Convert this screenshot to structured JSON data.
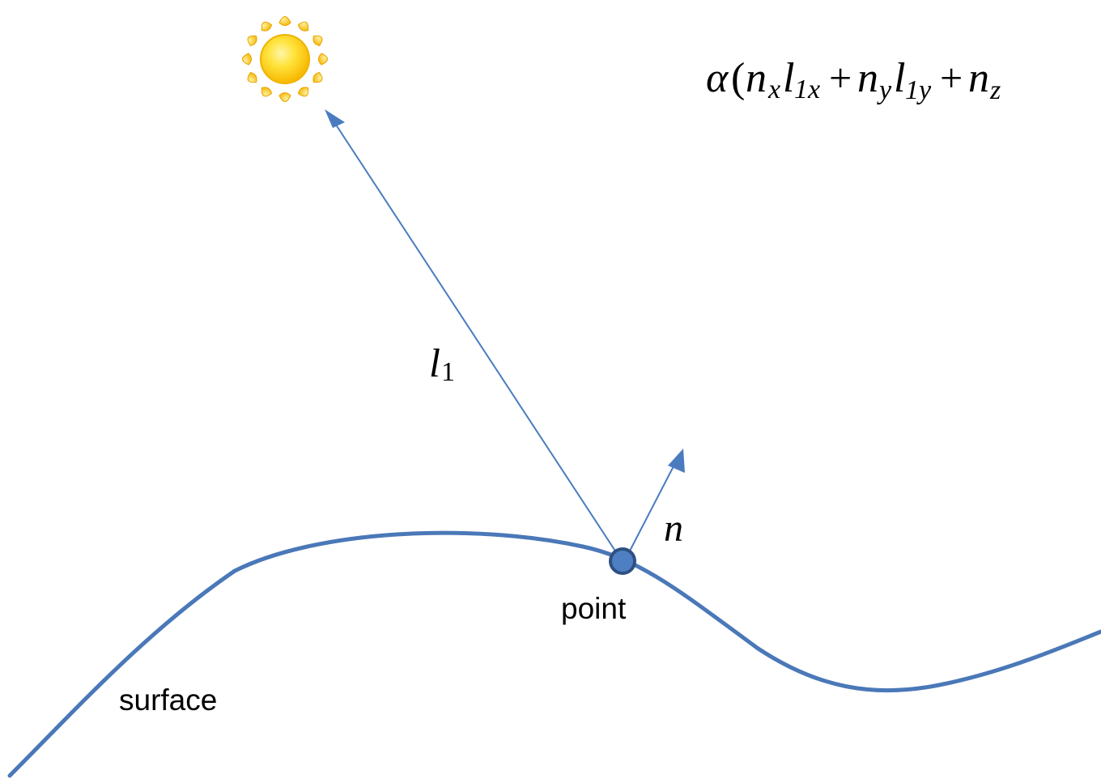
{
  "labels": {
    "light_vector": "l",
    "light_vector_sub": "1",
    "normal_vector": "n",
    "point": "point",
    "surface": "surface"
  },
  "formula": {
    "alpha": "α",
    "open_paren": "(",
    "n": "n",
    "l": "l",
    "plus": "+",
    "sub_x": "x",
    "sub_y": "y",
    "sub_z": "z",
    "sub_1x": "1x",
    "sub_1y": "1y"
  },
  "icons": {
    "light_source": "sun-icon"
  },
  "colors": {
    "curve": "#4a78b8",
    "arrow": "#4a7bbf",
    "point_fill": "#4f7fc3",
    "point_stroke": "#2e4f82",
    "sun_core": "#ffd21f",
    "sun_ray": "#ffc61a",
    "text": "#000000"
  }
}
